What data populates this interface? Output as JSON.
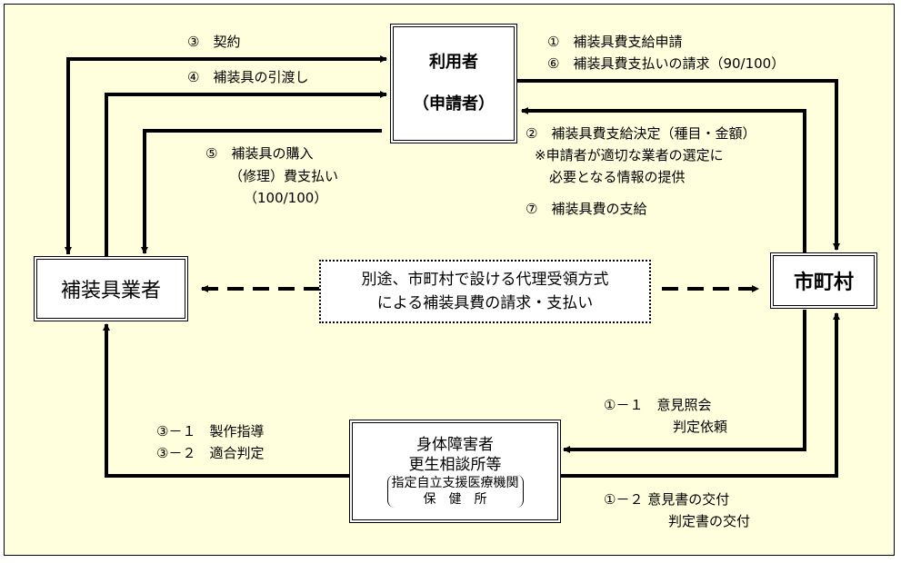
{
  "nodes": {
    "user": {
      "line1": "利用者",
      "line2": "（申請者）"
    },
    "vendor": {
      "label": "補装具業者"
    },
    "municipality": {
      "label": "市町村"
    },
    "consultation": {
      "line1": "身体障害者",
      "line2": "更生相談所等",
      "sub1": "指定自立支援医療機関",
      "sub2": "保　健　所"
    },
    "proxy_note": {
      "line1": "別途、市町村で設ける代理受領方式",
      "line2": "による補装具費の請求・支払い"
    }
  },
  "flows": {
    "step3": "③　契約",
    "step4": "④　補装具の引渡し",
    "step5_l1": "⑤　補装具の購入",
    "step5_l2": "（修理）費支払い",
    "step5_l3": "（100/100）",
    "step1": "①　補装具費支給申請",
    "step6": "⑥　補装具費支払いの請求（90/100）",
    "step2": "②　補装具費支給決定（種目・金額）",
    "step2_note1": "※申請者が適切な業者の選定に",
    "step2_note2": "必要となる情報の提供",
    "step7": "⑦　補装具費の支給",
    "step3_1": "③－１　製作指導",
    "step3_2": "③－２　適合判定",
    "step1_1_l1": "①－１　意見照会",
    "step1_1_l2": "判定依頼",
    "step1_2_l1": "①－２ 意見書の交付",
    "step1_2_l2": "判定書の交付"
  }
}
